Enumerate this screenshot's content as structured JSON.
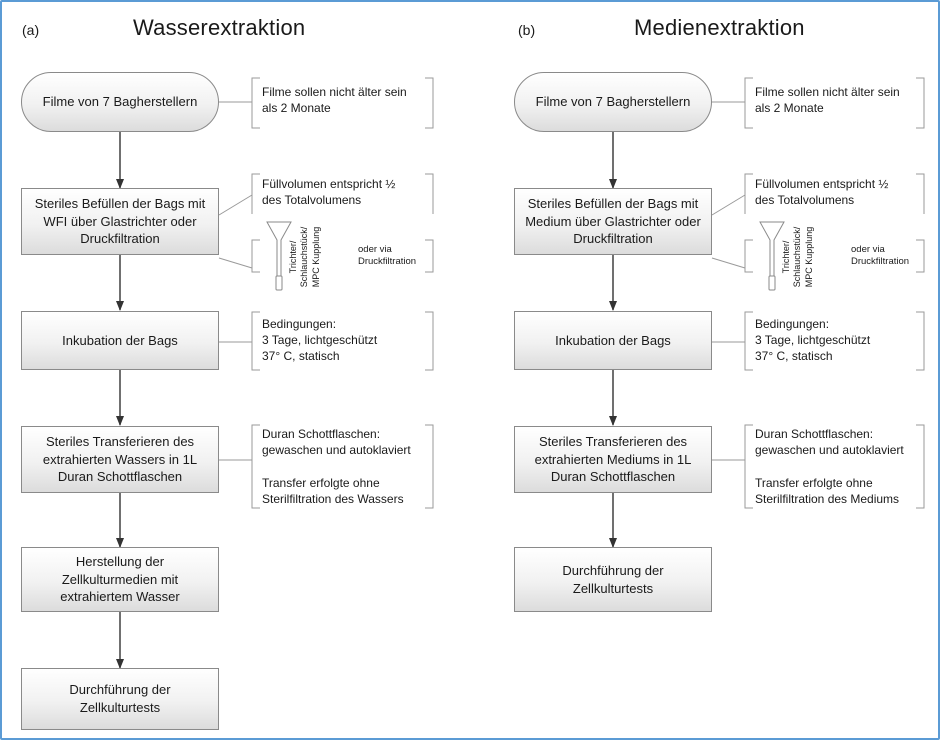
{
  "panels": [
    {
      "label": "(a)",
      "title": "Wasserextraktion",
      "steps": [
        "Filme von 7 Bagherstellern",
        "Steriles Befüllen der Bags mit WFI über Glastrichter oder Druckfiltration",
        "Inkubation der Bags",
        "Steriles Transferieren des extrahierten Wassers in 1L Duran Schottflaschen",
        "Herstellung der Zellkulturmedien mit extrahiertem Wasser",
        "Durchführung der Zellkulturtests"
      ],
      "notes": {
        "age": "Filme sollen nicht älter sein\nals 2 Monate",
        "fill": "Füllvolumen entspricht ½\ndes Totalvolumens",
        "funnel_label": "Trichter/\nSchlauchstück/\nMPC Kupplung",
        "alt": "oder via\nDruckfiltration",
        "conditions": "Bedingungen:\n3 Tage, lichtgeschützt\n37° C, statisch",
        "transfer": "Duran Schottflaschen:\ngewaschen und autoklaviert\n\nTransfer erfolgte ohne\nSterilfiltration des Wassers"
      }
    },
    {
      "label": "(b)",
      "title": "Medienextraktion",
      "steps": [
        "Filme von 7 Bagherstellern",
        "Steriles Befüllen der Bags mit Medium über Glastrichter oder Druckfiltration",
        "Inkubation der Bags",
        "Steriles Transferieren des extrahierten Mediums in 1L Duran Schottflaschen",
        "Durchführung der Zellkulturtests"
      ],
      "notes": {
        "age": "Filme sollen nicht älter sein\nals 2 Monate",
        "fill": "Füllvolumen entspricht ½\ndes Totalvolumens",
        "funnel_label": "Trichter/\nSchlauchstück/\nMPC Kupplung",
        "alt": "oder via\nDruckfiltration",
        "conditions": "Bedingungen:\n3 Tage, lichtgeschützt\n37° C, statisch",
        "transfer": "Duran Schottflaschen:\ngewaschen und autoklaviert\n\nTransfer erfolgte ohne\nSterilfiltration des Mediums"
      }
    }
  ]
}
